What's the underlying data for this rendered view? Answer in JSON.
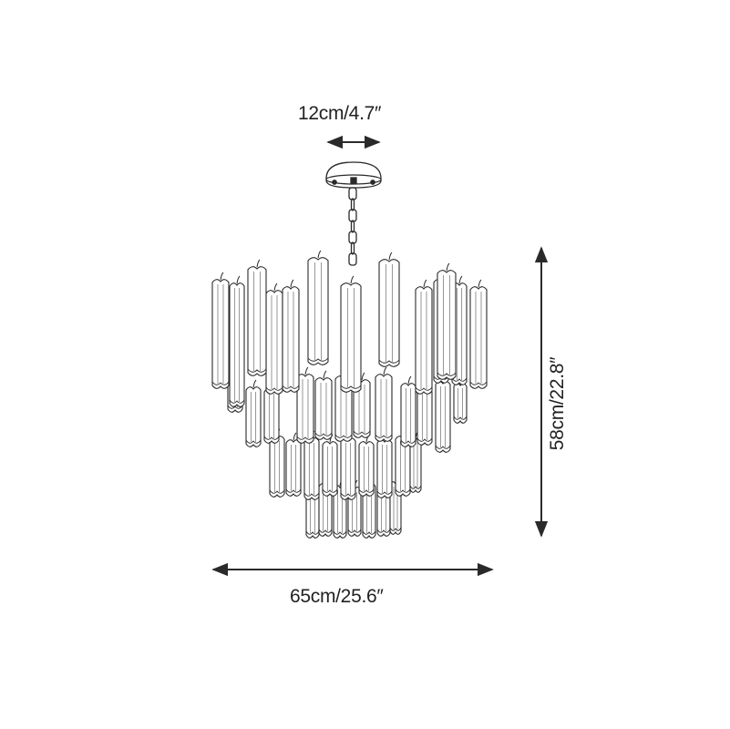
{
  "dimensions": {
    "canopy_width": "12cm/4.7″",
    "overall_width": "65cm/25.6″",
    "overall_height": "58cm/22.8″"
  },
  "product": {
    "type": "tiered glass tube chandelier",
    "tiers": 4
  },
  "colors": {
    "line": "#2a2a2a",
    "text": "#222222",
    "background": "#ffffff"
  }
}
